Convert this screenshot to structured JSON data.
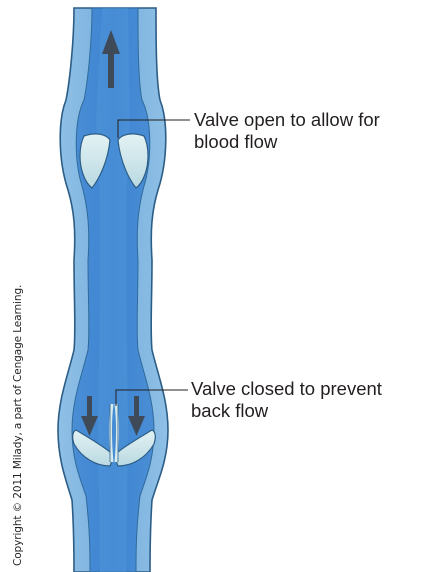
{
  "valve_open": {
    "line1": "Valve open to allow for",
    "line2": "blood flow"
  },
  "valve_closed": {
    "line1": "Valve closed to prevent",
    "line2": "back flow"
  },
  "copyright": "Copyright © 2011 Milady, a part of Cengage Learning.",
  "colors": {
    "vein_wall": "#7fb3df",
    "vein_lumen": "#4f92d6",
    "vein_core": "#3a7fce",
    "outline": "#2c5d86",
    "valve": "#d6ebee",
    "arrow": "#3f4a58",
    "text": "#231f20"
  }
}
